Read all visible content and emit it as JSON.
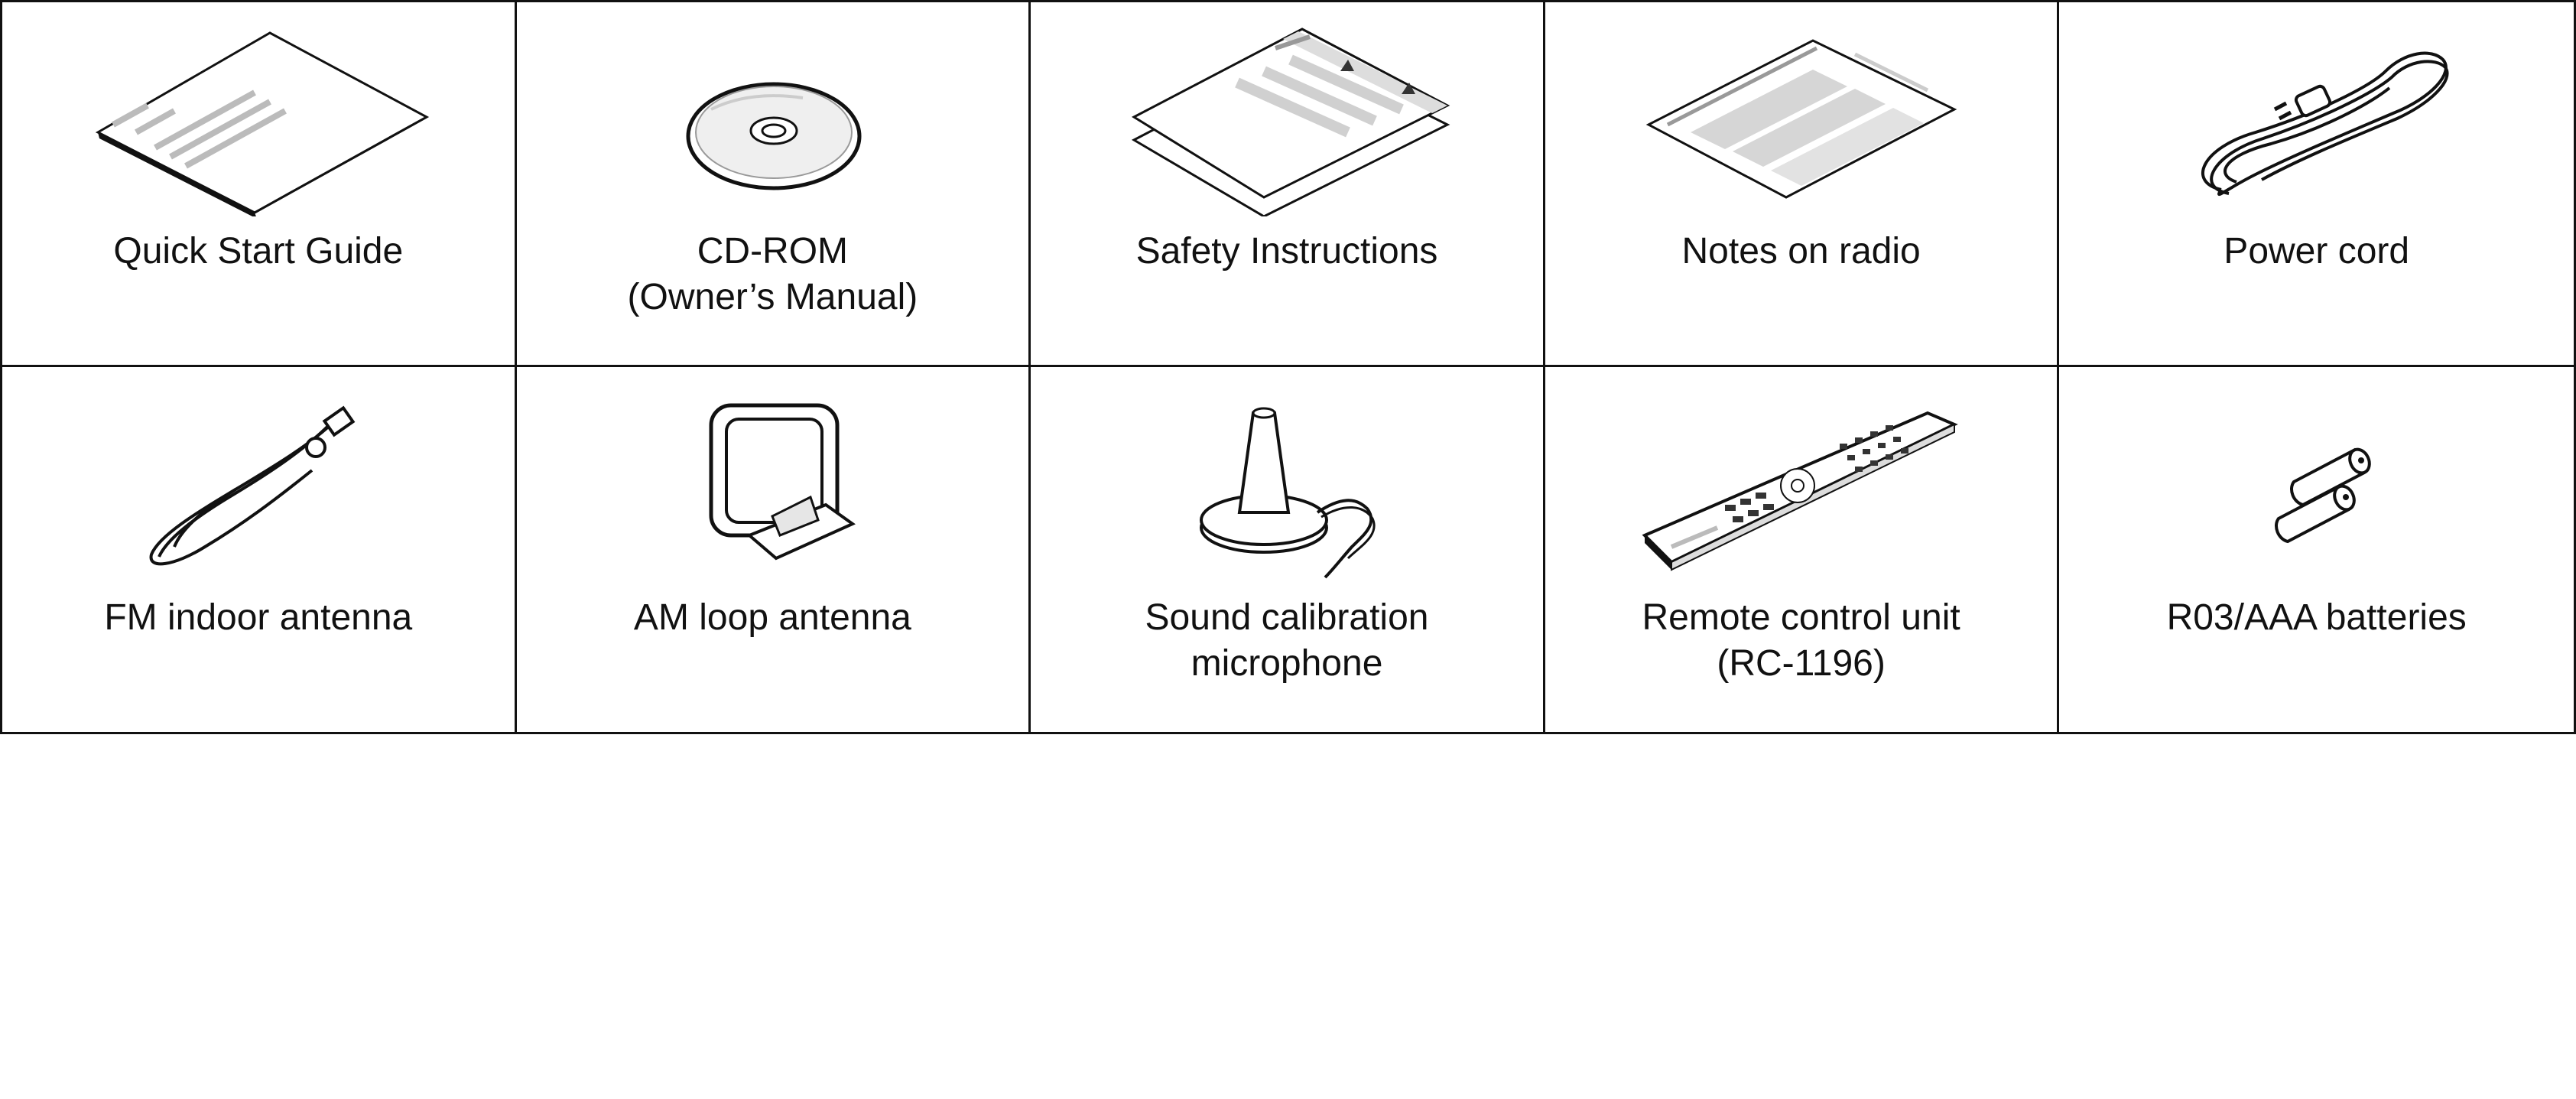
{
  "accessories": [
    {
      "name": "Quick Start Guide",
      "icon": "quick-start-guide-icon"
    },
    {
      "name": "CD-ROM\n(Owner’s Manual)",
      "icon": "cd-rom-icon"
    },
    {
      "name": "Safety Instructions",
      "icon": "safety-instructions-icon"
    },
    {
      "name": "Notes on radio",
      "icon": "notes-on-radio-icon"
    },
    {
      "name": "Power cord",
      "icon": "power-cord-icon"
    },
    {
      "name": "FM indoor antenna",
      "icon": "fm-indoor-antenna-icon"
    },
    {
      "name": "AM loop antenna",
      "icon": "am-loop-antenna-icon"
    },
    {
      "name": "Sound calibration\nmicrophone",
      "icon": "sound-calibration-microphone-icon"
    },
    {
      "name": "Remote control unit\n(RC-1196)",
      "icon": "remote-control-unit-icon"
    },
    {
      "name": "R03/AAA batteries",
      "icon": "batteries-icon"
    }
  ],
  "colors": {
    "line": "#111111",
    "gray_bar": "#b9b9b9",
    "light_gray": "#dcdcdc"
  }
}
